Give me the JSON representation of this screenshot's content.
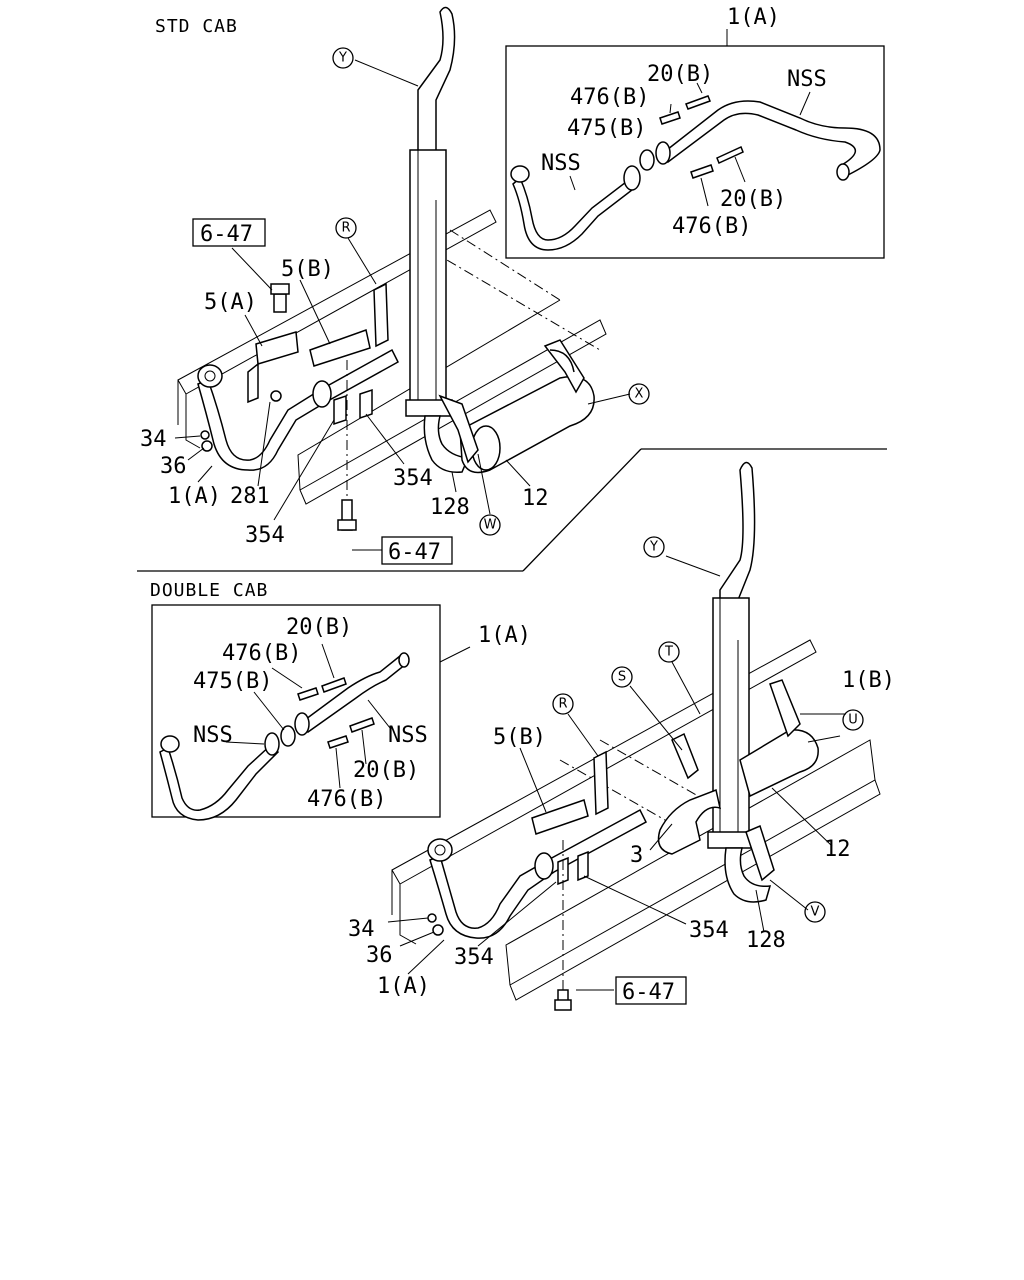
{
  "sections": {
    "std_cab": "STD CAB",
    "double_cab": "DOUBLE CAB"
  },
  "std": {
    "inset_ref": "1(A)",
    "inset_labels": {
      "nss_right": "NSS",
      "nss_left": "NSS",
      "p20b_top": "20(B)",
      "p476b_top": "476(B)",
      "p475b": "475(B)",
      "p20b_bottom": "20(B)",
      "p476b_bottom": "476(B)"
    },
    "ref_top": "6-47",
    "ref_bottom": "6-47",
    "labels": {
      "p5b": "5(B)",
      "p5a": "5(A)",
      "p34": "34",
      "p36": "36",
      "p1a": "1(A)",
      "p281": "281",
      "p354a": "354",
      "p354b": "354",
      "p128": "128",
      "p12": "12"
    },
    "callouts": {
      "y": "Y",
      "r": "R",
      "x": "X",
      "w": "W"
    }
  },
  "dbl": {
    "inset_ref": "1(A)",
    "inset_labels": {
      "p20b_top": "20(B)",
      "p476b_top": "476(B)",
      "p475b": "475(B)",
      "nss_left": "NSS",
      "nss_right": "NSS",
      "p20b_bottom": "20(B)",
      "p476b_bottom": "476(B)"
    },
    "ref": "6-47",
    "labels": {
      "p1b": "1(B)",
      "p5b": "5(B)",
      "p3": "3",
      "p12": "12",
      "p34": "34",
      "p36": "36",
      "p1a": "1(A)",
      "p354a": "354",
      "p354b": "354",
      "p128": "128"
    },
    "callouts": {
      "y": "Y",
      "t": "T",
      "s": "S",
      "r": "R",
      "u": "U",
      "v": "V"
    }
  }
}
